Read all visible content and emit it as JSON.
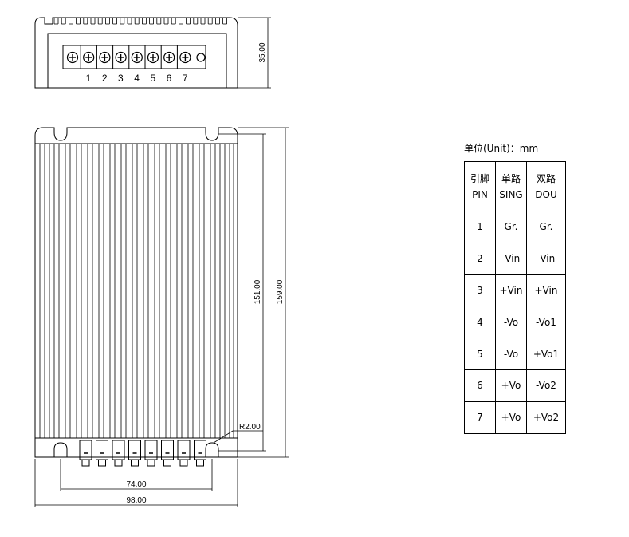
{
  "dimensions": {
    "top_height": "35.00",
    "inner_height": "151.00",
    "total_height": "159.00",
    "radius": "R2.00",
    "pin_span": "74.00",
    "total_width": "98.00"
  },
  "terminal_numbers": [
    "1",
    "2",
    "3",
    "4",
    "5",
    "6",
    "7"
  ],
  "unit_label": "单位(Unit)：mm",
  "table": {
    "headers": [
      {
        "cn": "引脚",
        "en": "PIN"
      },
      {
        "cn": "单路",
        "en": "SING"
      },
      {
        "cn": "双路",
        "en": "DOU"
      }
    ],
    "rows": [
      {
        "pin": "1",
        "sing": "Gr.",
        "dou": "Gr."
      },
      {
        "pin": "2",
        "sing": "-Vin",
        "dou": "-Vin"
      },
      {
        "pin": "3",
        "sing": "+Vin",
        "dou": "+Vin"
      },
      {
        "pin": "4",
        "sing": "-Vo",
        "dou": "-Vo1"
      },
      {
        "pin": "5",
        "sing": "-Vo",
        "dou": "+Vo1"
      },
      {
        "pin": "6",
        "sing": "+Vo",
        "dou": "-Vo2"
      },
      {
        "pin": "7",
        "sing": "+Vo",
        "dou": "+Vo2"
      }
    ]
  }
}
